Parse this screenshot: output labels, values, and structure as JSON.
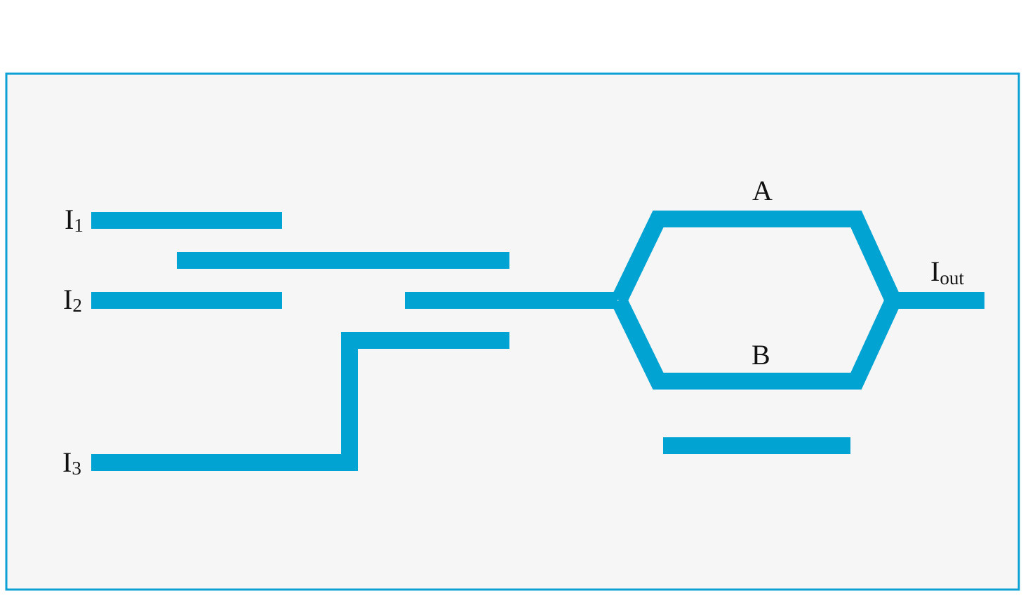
{
  "colors": {
    "waveguide": "#00a3d2",
    "frame_border": "#0da0d4",
    "frame_fill": "#f6f6f6",
    "text": "#111111"
  },
  "labels": {
    "input_1": {
      "main": "I",
      "sub": "1"
    },
    "input_2": {
      "main": "I",
      "sub": "2"
    },
    "input_3": {
      "main": "I",
      "sub": "3"
    },
    "output": {
      "main": "I",
      "sub": "out"
    },
    "arm_a": "A",
    "arm_b": "B"
  }
}
